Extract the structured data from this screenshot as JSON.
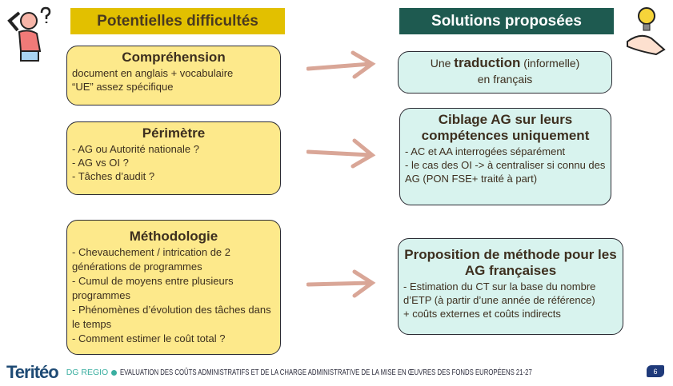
{
  "left_header": "Potentielles difficultés",
  "right_header": "Solutions proposées",
  "difficulties": [
    {
      "title": "Compréhension",
      "lines": [
        "document en anglais + vocabulaire",
        "“UE” assez spécifique"
      ]
    },
    {
      "title": "Périmètre",
      "lines": [
        "- AG ou Autorité nationale ?",
        "- AG vs OI ?",
        "- Tâches d’audit ?"
      ]
    },
    {
      "title": "Méthodologie",
      "lines": [
        "- Chevauchement / intrication de 2 générations de programmes",
        "- Cumul de moyens entre plusieurs programmes",
        "- Phénomènes d’évolution des tâches dans le temps",
        "- Comment estimer le coût total ?"
      ]
    }
  ],
  "solutions": [
    {
      "pre": "Une ",
      "bold": "traduction",
      "post": " (informelle)",
      "line2": "en français"
    },
    {
      "title": "Ciblage AG sur leurs compétences uniquement",
      "lines": [
        "- AC et AA interrogées séparément",
        "- le cas des OI -> à centraliser si connu des AG (PON FSE+ traité à part)"
      ]
    },
    {
      "title": "Proposition de méthode pour les AG françaises",
      "lines": [
        "- Estimation du CT sur la base du nombre d’ETP (à partir d’une année de référence)",
        "+ coûts externes et coûts indirects"
      ]
    }
  ],
  "footer": {
    "logo": "Teritéo",
    "client": "DG REGIO",
    "title": "EVALUATION DES COÛTS ADMINISTRATIFS ET DE LA CHARGE ADMINISTRATIVE DE LA MISE EN ŒUVRES DES FONDS EUROPÉENS 21-27",
    "page": "6"
  },
  "colors": {
    "yellow_header": "#e2c000",
    "green_header": "#1e5a50",
    "yellow_box": "#fde98b",
    "mint_box": "#d8f3ee",
    "arrow": "#d9a697"
  }
}
